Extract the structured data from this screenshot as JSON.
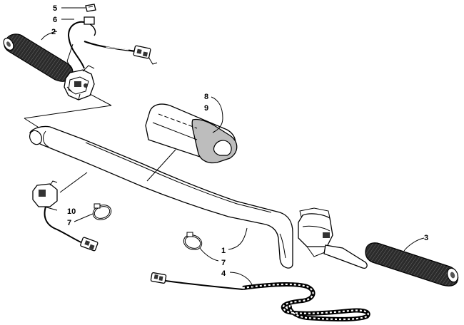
{
  "callouts": {
    "c1": "1",
    "c2": "2",
    "c3": "3",
    "c4": "4",
    "c5": "5",
    "c6": "6",
    "c7a": "7",
    "c7b": "7",
    "c8": "8",
    "c9": "9",
    "c10": "10"
  },
  "colors": {
    "ink": "#000000",
    "grip": "#3a3a3a",
    "pad_shade": "#bdbdbd",
    "paper": "#ffffff"
  }
}
